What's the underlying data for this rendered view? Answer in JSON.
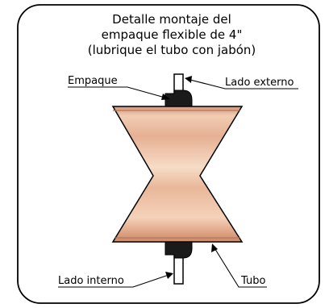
{
  "title": {
    "line1": "Detalle montaje del",
    "line2": "empaque flexible de 4\"",
    "line3": "(lubrique el tubo con jabón)"
  },
  "labels": {
    "gasket": "Empaque",
    "outer_side": "Lado externo",
    "inner_side": "Lado interno",
    "tube": "Tubo"
  },
  "colors": {
    "tube_light": "#f6d6bd",
    "tube_mid": "#e9b596",
    "tube_dark": "#cf8f6c",
    "gasket": "#1a1a1a",
    "wall": "#ffffff"
  }
}
